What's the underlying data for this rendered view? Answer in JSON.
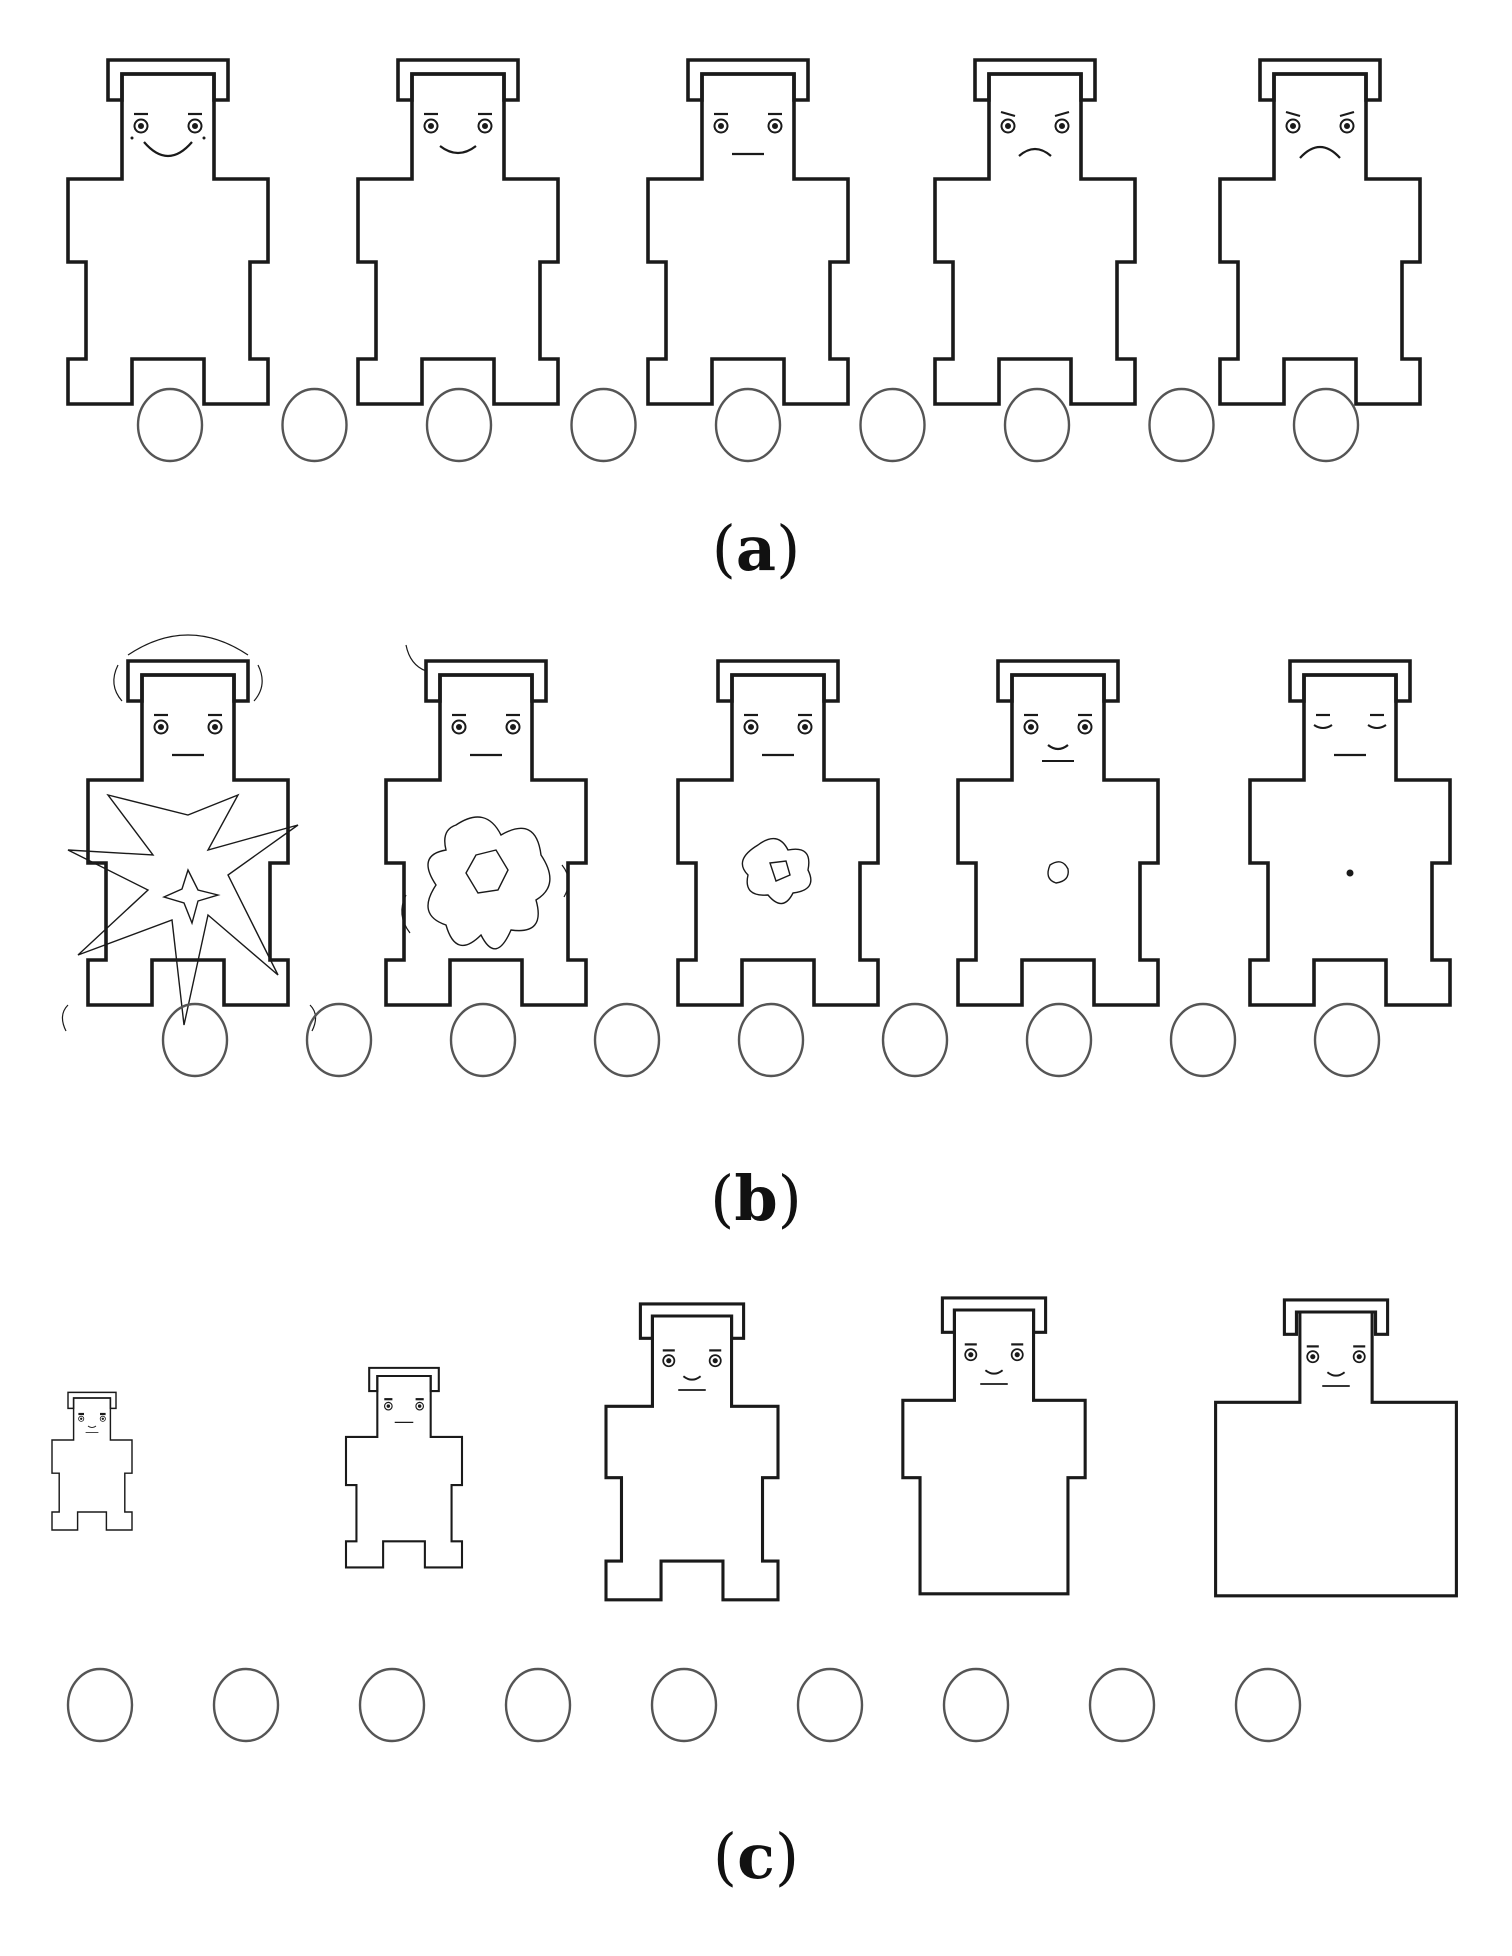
{
  "panels": [
    {
      "id": "a",
      "label_letter": "a",
      "figure_count": 5,
      "circle_count": 9
    },
    {
      "id": "b",
      "label_letter": "b",
      "figure_count": 5,
      "circle_count": 9
    },
    {
      "id": "c",
      "label_letter": "c",
      "figure_count": 5,
      "circle_count": 9
    }
  ],
  "panel_a": {
    "depicts": "pleasure",
    "faces": [
      "big-smile",
      "smile",
      "neutral",
      "frown",
      "big-frown"
    ]
  },
  "panel_b": {
    "depicts": "arousal",
    "bursts": [
      "explosion",
      "splash",
      "small-splash",
      "small-blob",
      "dot"
    ]
  },
  "panel_c": {
    "depicts": "dominance",
    "sizes": [
      "very-small",
      "small",
      "medium",
      "large",
      "very-large"
    ]
  },
  "style": {
    "stroke_color": "#1a1a1a",
    "circle_color": "#555555",
    "background": "#ffffff"
  }
}
